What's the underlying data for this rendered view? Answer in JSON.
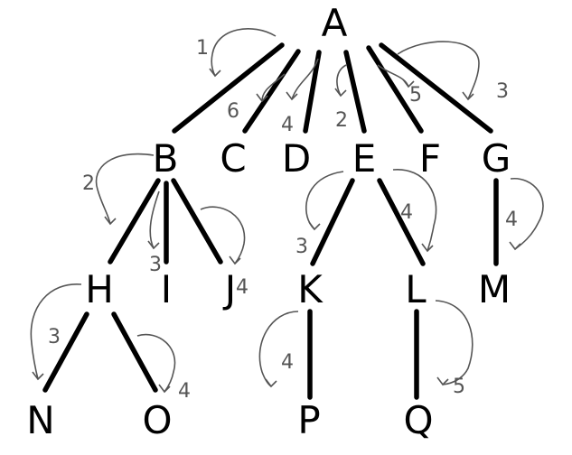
{
  "nodes": [
    {
      "id": "A",
      "label": "A"
    },
    {
      "id": "B",
      "label": "B"
    },
    {
      "id": "C",
      "label": "C"
    },
    {
      "id": "D",
      "label": "D"
    },
    {
      "id": "E",
      "label": "E"
    },
    {
      "id": "F",
      "label": "F"
    },
    {
      "id": "G",
      "label": "G"
    },
    {
      "id": "H",
      "label": "H"
    },
    {
      "id": "I",
      "label": "I"
    },
    {
      "id": "J",
      "label": "J"
    },
    {
      "id": "K",
      "label": "K"
    },
    {
      "id": "L",
      "label": "L"
    },
    {
      "id": "M",
      "label": "M"
    },
    {
      "id": "N",
      "label": "N"
    },
    {
      "id": "O",
      "label": "O"
    },
    {
      "id": "P",
      "label": "P"
    },
    {
      "id": "Q",
      "label": "Q"
    }
  ],
  "edges": [
    {
      "from": "A",
      "to": "B",
      "order": "1"
    },
    {
      "from": "A",
      "to": "C",
      "order": "6"
    },
    {
      "from": "A",
      "to": "D",
      "order": "4"
    },
    {
      "from": "A",
      "to": "E",
      "order": "2"
    },
    {
      "from": "A",
      "to": "F",
      "order": "5"
    },
    {
      "from": "A",
      "to": "G",
      "order": "3"
    },
    {
      "from": "B",
      "to": "H",
      "order": "2"
    },
    {
      "from": "B",
      "to": "I",
      "order": "3"
    },
    {
      "from": "B",
      "to": "J",
      "order": "4"
    },
    {
      "from": "E",
      "to": "K",
      "order": "3"
    },
    {
      "from": "E",
      "to": "L",
      "order": "4"
    },
    {
      "from": "G",
      "to": "M",
      "order": "4"
    },
    {
      "from": "H",
      "to": "N",
      "order": "3"
    },
    {
      "from": "H",
      "to": "O",
      "order": "4"
    },
    {
      "from": "K",
      "to": "P",
      "order": "4"
    },
    {
      "from": "L",
      "to": "Q",
      "order": "5"
    }
  ]
}
